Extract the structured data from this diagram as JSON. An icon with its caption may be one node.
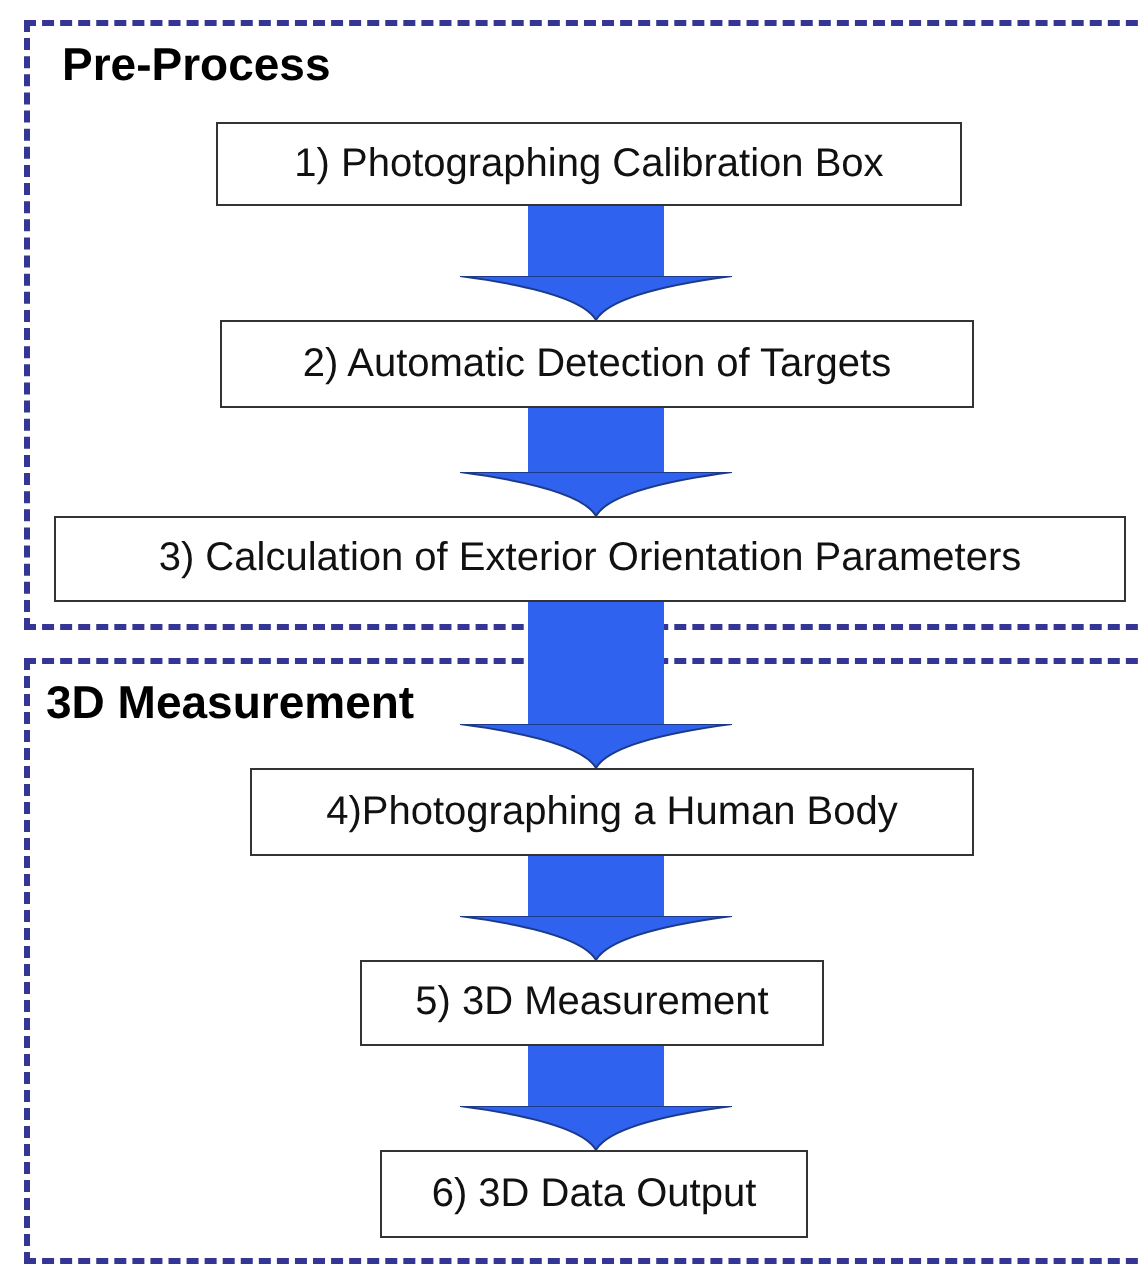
{
  "diagram": {
    "nodes": [
      {
        "text": [
          "Pre-Process"
        ]
      },
      {
        "text": [
          "1) Photographing Calibration Box"
        ],
        "in": 0
      },
      {
        "text": [
          "2) Automatic Detection of Targets"
        ],
        "in": 0
      },
      {
        "text": [
          "3) Calculation of Exterior Orientation Parameters"
        ],
        "in": 0
      },
      {
        "text": [
          "3D Measurement"
        ]
      },
      {
        "text": [
          "4)Photographing a Human Body"
        ],
        "in": 4
      },
      {
        "text": [
          "5) 3D Measurement"
        ],
        "in": 4
      },
      {
        "text": [
          "6) 3D Data Output"
        ],
        "in": 4
      }
    ],
    "edges": [
      {
        "from": 1,
        "to": 2,
        "arrow": "to"
      },
      {
        "from": 2,
        "to": 3,
        "arrow": "to"
      },
      {
        "from": 3,
        "to": 5,
        "arrow": "to"
      },
      {
        "from": 5,
        "to": 6,
        "arrow": "to"
      },
      {
        "from": 6,
        "to": 7,
        "arrow": "to"
      }
    ]
  }
}
